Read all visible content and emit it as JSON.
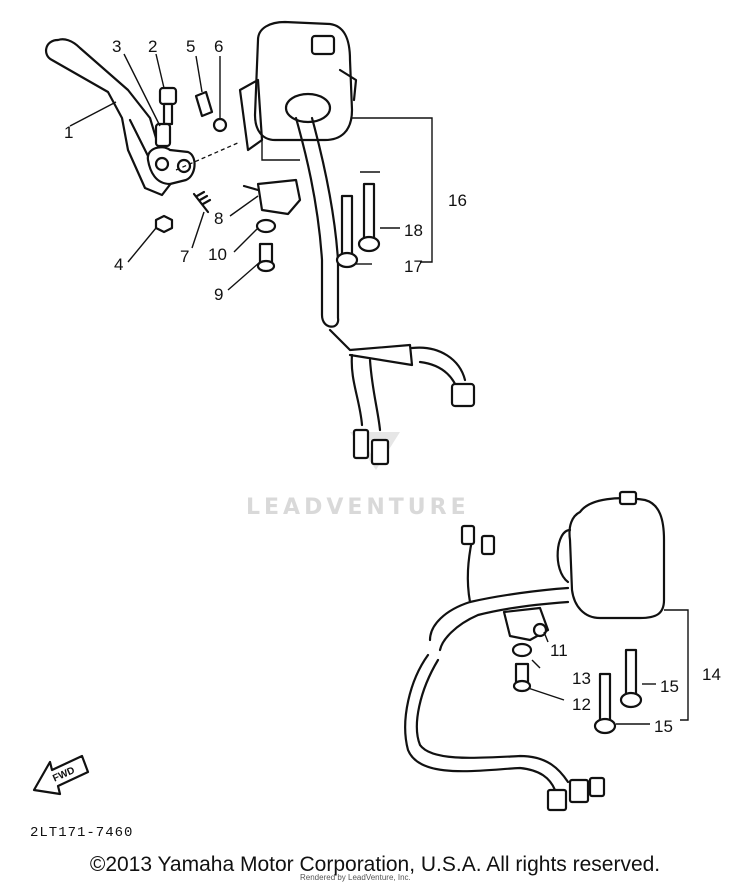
{
  "callouts": {
    "c1": "1",
    "c2": "2",
    "c3": "3",
    "c4": "4",
    "c5": "5",
    "c6": "6",
    "c7": "7",
    "c8": "8",
    "c9": "9",
    "c10": "10",
    "c11": "11",
    "c12": "12",
    "c13": "13",
    "c14": "14",
    "c15a": "15",
    "c15b": "15",
    "c16": "16",
    "c17": "17",
    "c18": "18"
  },
  "watermark": "LEADVENTURE",
  "direction_label": "FWD",
  "part_code": "2LT171-7460",
  "copyright": "©2013 Yamaha Motor Corporation, U.S.A. All rights reserved.",
  "rendered_by": "Rendered by LeadVenture, Inc."
}
